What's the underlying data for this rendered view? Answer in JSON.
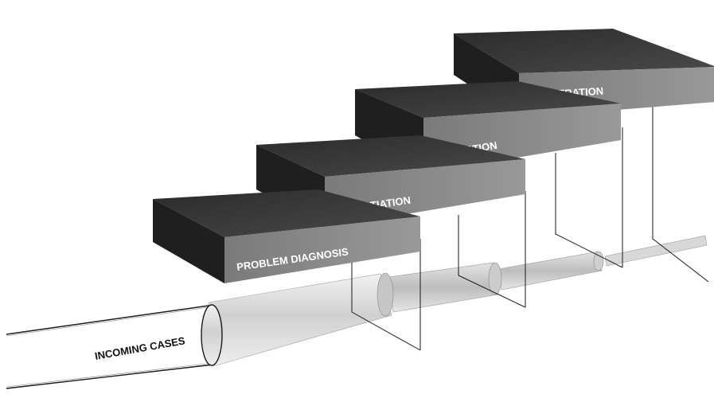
{
  "diagram": {
    "pipe_label": "INCOMING CASES",
    "steps": [
      {
        "label": "PROBLEM DIAGNOSIS"
      },
      {
        "label": "NEGOTIATION"
      },
      {
        "label": "MEDIATION"
      },
      {
        "label": "ARBITRATION"
      }
    ]
  },
  "colors": {
    "box_top": "#3d3d3d",
    "box_side": "#2a2a2a",
    "box_front": "#8c8c8c",
    "line": "#1a1a1a",
    "pipe_fill": "#dddddd"
  }
}
